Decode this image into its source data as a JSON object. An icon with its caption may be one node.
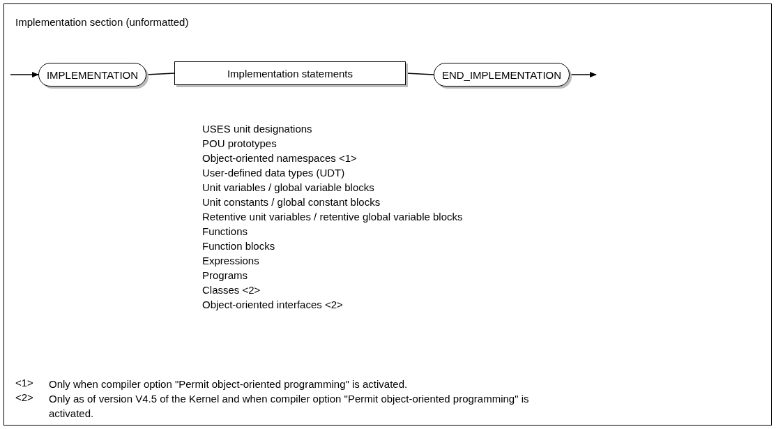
{
  "diagram": {
    "title": "Implementation section (unformatted)",
    "nodes": [
      {
        "text": [
          "IMPLEMENTATION"
        ]
      },
      {
        "text": [
          "Implementation statements"
        ]
      },
      {
        "text": [
          "END_IMPLEMENTATION"
        ]
      }
    ],
    "edges": [
      {
        "from": null,
        "to": 0,
        "arrow": "to"
      },
      {
        "from": 0,
        "to": 1,
        "arrow": "none"
      },
      {
        "from": 1,
        "to": 2,
        "arrow": "none"
      },
      {
        "from": 2,
        "to": null,
        "arrow": "to"
      }
    ],
    "labels": [
      "USES unit designations",
      "POU prototypes",
      "Object-oriented namespaces <1>",
      "User-defined data types (UDT)",
      "Unit variables / global variable blocks",
      "Unit constants / global constant blocks",
      "Retentive unit variables / retentive global variable blocks",
      "Functions",
      "Function blocks",
      "Expressions",
      "Programs",
      "Classes <2>",
      "Object-oriented interfaces <2>",
      "<1>",
      "Only when compiler option \"Permit object-oriented programming\" is activated.",
      "<2>",
      "Only as of version V4.5 of the Kernel and when compiler option \"Permit object-oriented programming\" is activated."
    ]
  }
}
